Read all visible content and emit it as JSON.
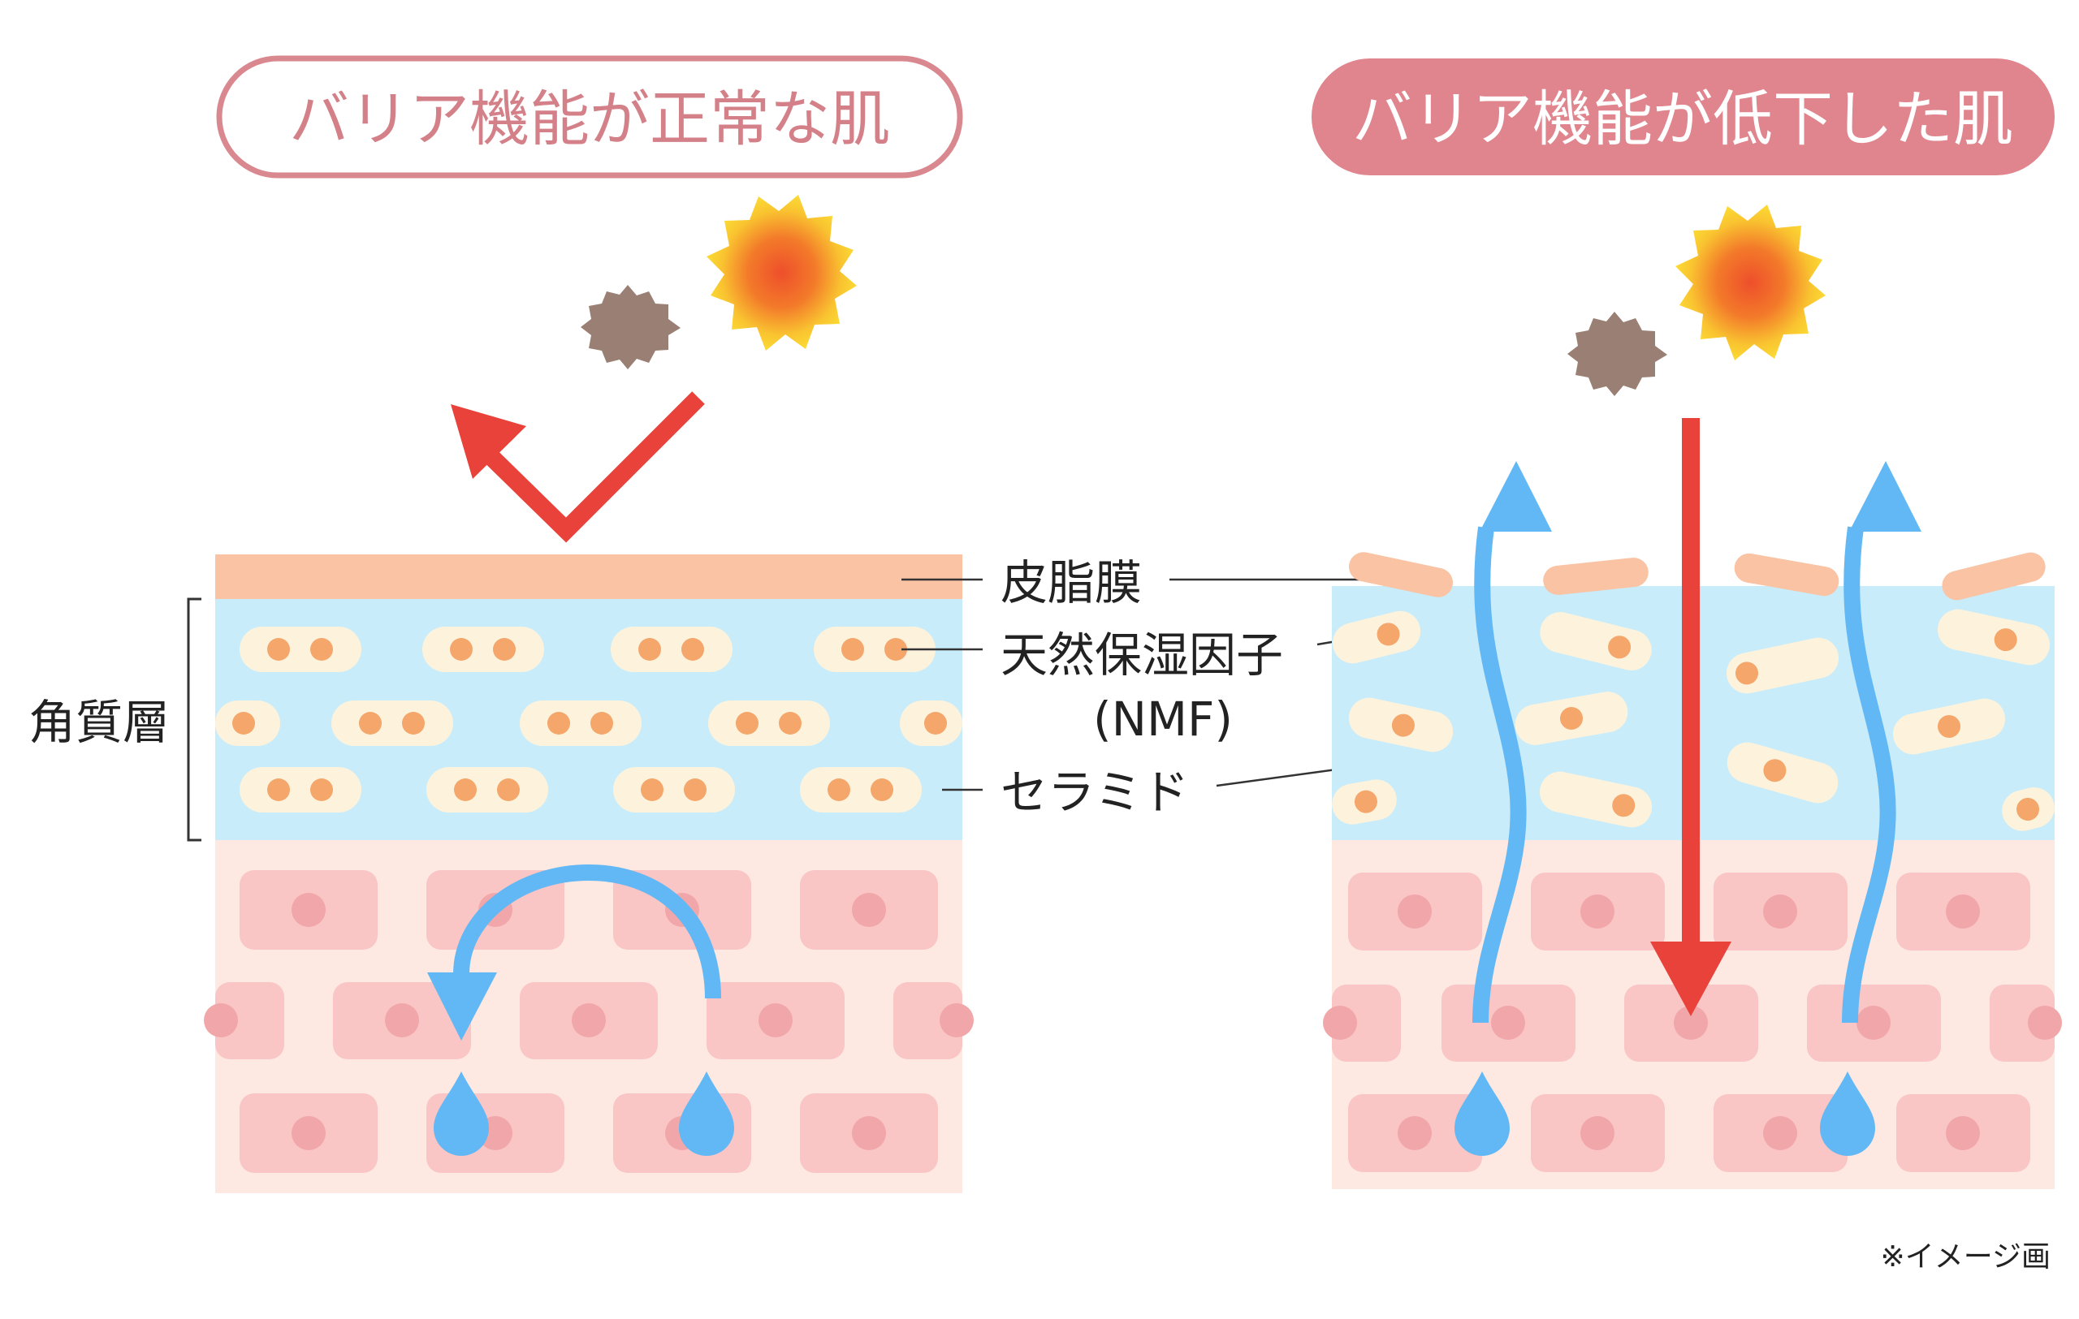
{
  "titles": {
    "normal": "バリア機能が正常な肌",
    "damaged": "バリア機能が低下した肌"
  },
  "labels": {
    "sebum": "皮脂膜",
    "nmf": "天然保湿因子",
    "nmf_abbr": "(NMF)",
    "ceramide": "セラミド",
    "stratum_corneum": "角質層"
  },
  "footnote": "※イメージ画",
  "colors": {
    "title_border": "#d98890",
    "title_fill_damaged": "#e0858d",
    "title_text_normal": "#d48088",
    "sebum": "#f9c3a4",
    "stratum": "#c9ecfa",
    "cell_tissue": "#fde9e1",
    "cell": "#f9c5c5",
    "nucleus": "#f1a7a9",
    "ceramide_capsule": "#fdf3dc",
    "nmf_dot": "#f4a66b",
    "uv_arrow": "#e8423a",
    "water": "#62b8f5",
    "pollutant": "#9a8074",
    "sun_outer": "#fbd534",
    "sun_inner": "#ef5a2b"
  }
}
